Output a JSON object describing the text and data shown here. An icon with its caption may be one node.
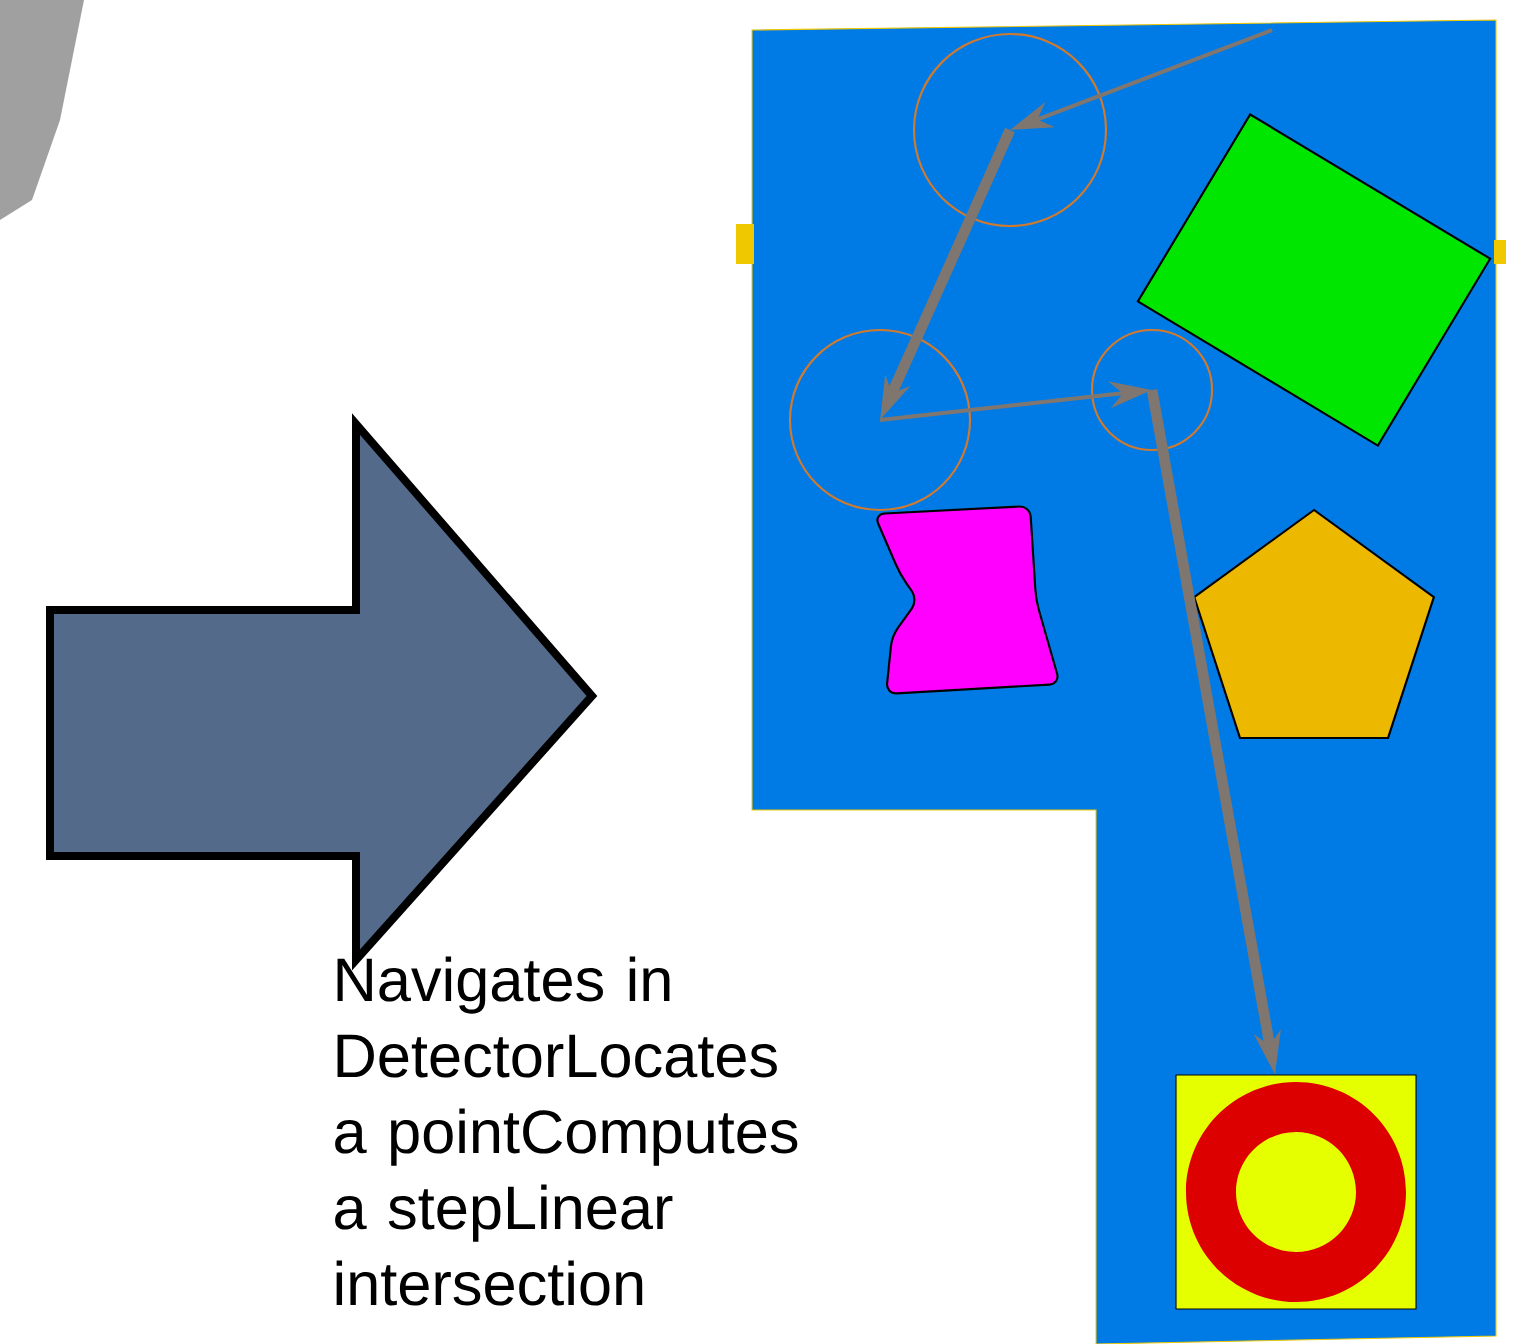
{
  "diagram": {
    "nodes": [
      {
        "text": [],
        "shape": "box"
      },
      {
        "text": [],
        "shape": "circle",
        "in": 0
      },
      {
        "text": [],
        "shape": "box",
        "in": 0
      },
      {
        "text": [],
        "shape": "circle",
        "in": 0
      },
      {
        "text": [],
        "shape": "circle",
        "in": 0
      },
      {
        "text": [],
        "shape": "blob",
        "in": 0
      },
      {
        "text": [],
        "shape": "pentagon",
        "in": 0
      },
      {
        "text": [],
        "shape": "ring",
        "in": 0
      }
    ],
    "edges": [
      {
        "from": null,
        "to": 1,
        "arrow": "to"
      },
      {
        "from": 1,
        "to": 4,
        "arrow": "to",
        "style": "thick"
      },
      {
        "from": 4,
        "to": 3,
        "arrow": "to"
      },
      {
        "from": 3,
        "to": 7,
        "arrow": "to",
        "style": "thick"
      }
    ],
    "labels": [
      "Navigates in DetectorLocates a pointComputes a stepLinear intersection"
    ]
  }
}
